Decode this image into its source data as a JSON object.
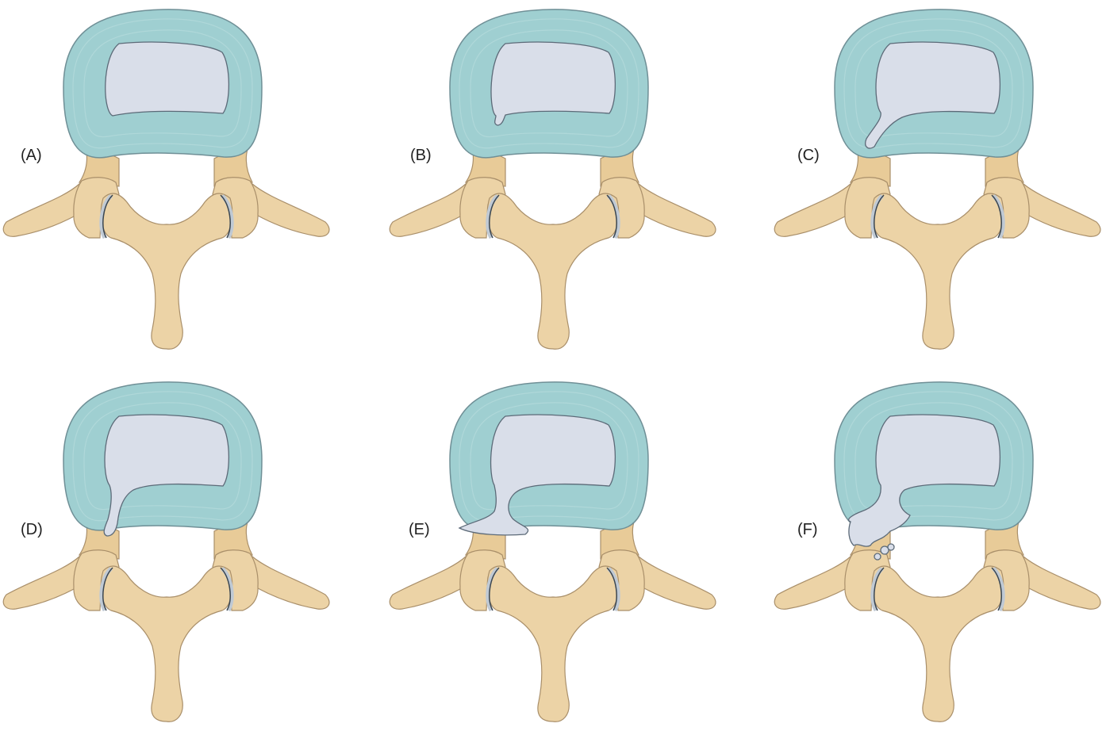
{
  "figure": {
    "panels": [
      {
        "label": "(A)",
        "stage": "normal"
      },
      {
        "label": "(B)",
        "stage": "small-annular-tear"
      },
      {
        "label": "(C)",
        "stage": "fissure"
      },
      {
        "label": "(D)",
        "stage": "fissure-to-outer-annulus"
      },
      {
        "label": "(E)",
        "stage": "protrusion"
      },
      {
        "label": "(F)",
        "stage": "extrusion-with-fragments"
      }
    ],
    "colors": {
      "annulus": "#9fcfd1",
      "nucleus": "#d9dee9",
      "bone": "#ecd3a6"
    }
  }
}
